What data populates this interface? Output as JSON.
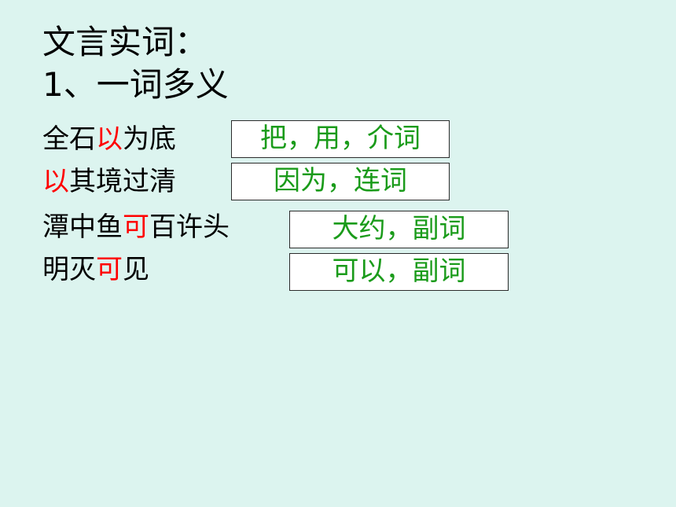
{
  "heading": {
    "line1": "文言实词：",
    "line2": "1、一词多义"
  },
  "rows": [
    {
      "before": "全石",
      "highlight": "以",
      "after": "为底",
      "answer": "把，用，介词"
    },
    {
      "before": "",
      "highlight": "以",
      "after": "其境过清",
      "answer": "因为，连词"
    },
    {
      "before": "潭中鱼",
      "highlight": "可",
      "after": "百许头",
      "answer": "大约，副词"
    },
    {
      "before": "明灭",
      "highlight": "可",
      "after": "见",
      "answer": "可以，副词"
    }
  ],
  "colors": {
    "background": "#dcf4ef",
    "highlight": "#ff0000",
    "answer_text": "#1a9b1a"
  }
}
